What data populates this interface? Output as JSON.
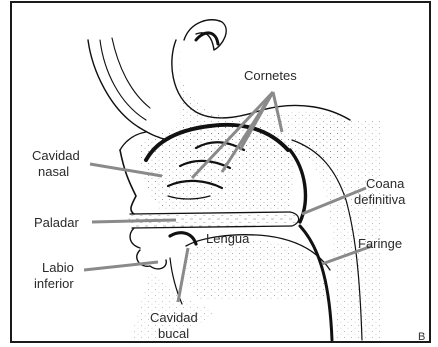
{
  "labels": {
    "cornetes": "Cornetes",
    "cavidad_nasal_1": "Cavidad",
    "cavidad_nasal_2": "nasal",
    "paladar": "Paladar",
    "lengua": "Lengua",
    "labio_inferior_1": "Labio",
    "labio_inferior_2": "inferior",
    "cavidad_bucal_1": "Cavidad",
    "cavidad_bucal_2": "bucal",
    "coana_definitiva_1": "Coana",
    "coana_definitiva_2": "definitiva",
    "faringe": "Faringe",
    "panel_letter": "B"
  },
  "colors": {
    "border": "#1a1a1a",
    "ink": "#111111",
    "leader": "#8a8a8a"
  }
}
